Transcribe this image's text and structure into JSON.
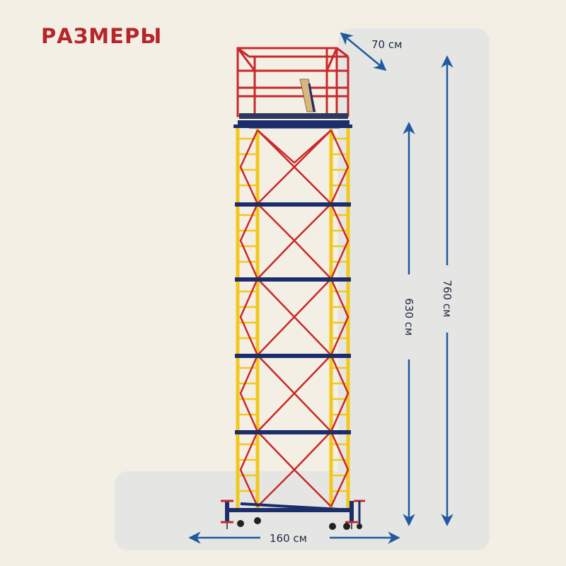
{
  "title": "РАЗМЕРЫ",
  "dimensions": {
    "depth": "70 см",
    "width": "160 см",
    "working_height": "630 см",
    "total_height": "760 см"
  },
  "colors": {
    "title": "#b5262b",
    "arrow": "#1f5aa0",
    "frame_yellow": "#f2c81d",
    "rail_red": "#c8292a",
    "crossbar_navy": "#1c2d6b",
    "panel": "#e5e6e3",
    "background": "#f4efe4"
  },
  "icons": [
    "scaffold-tower-illustration",
    "dimension-arrow-icon"
  ]
}
